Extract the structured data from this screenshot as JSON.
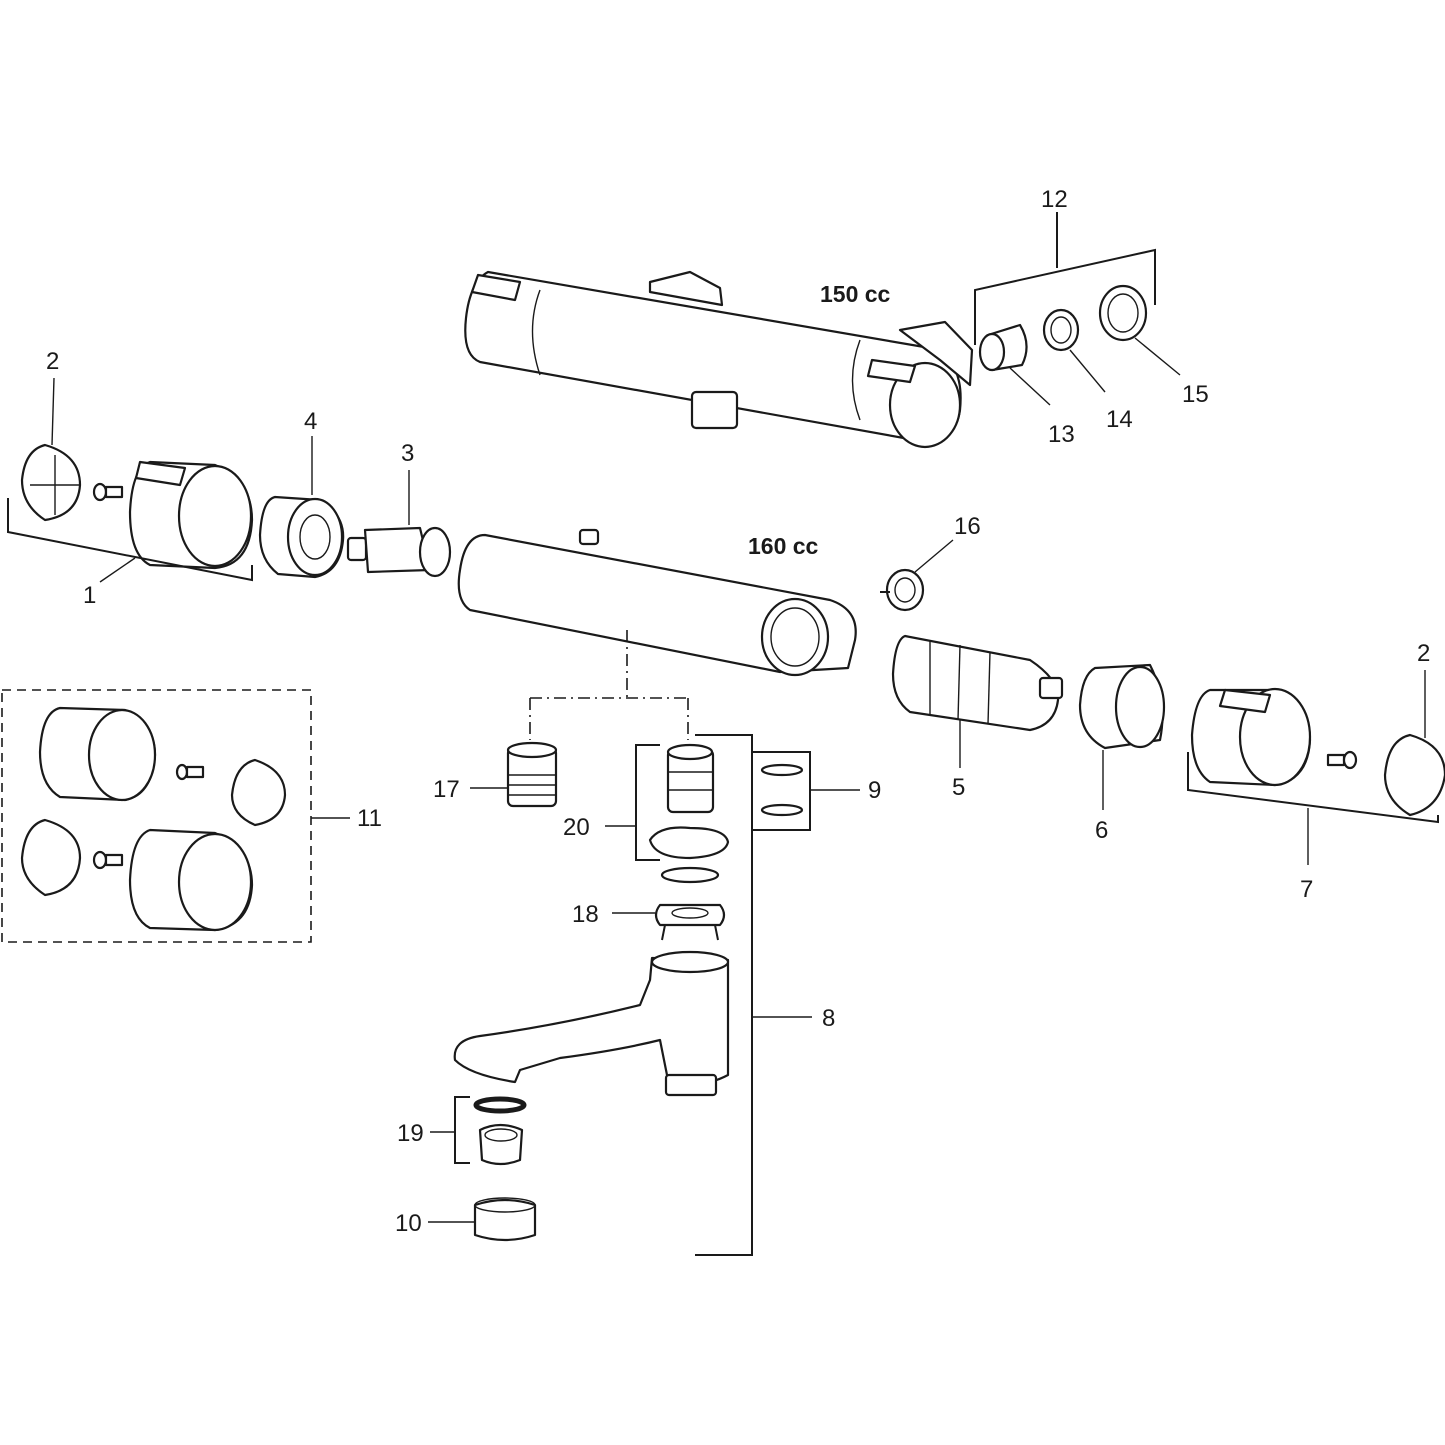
{
  "volumes": {
    "upper": "150 cc",
    "lower": "160 cc"
  },
  "callouts": {
    "c1": "1",
    "c2a": "2",
    "c2b": "2",
    "c3": "3",
    "c4": "4",
    "c5": "5",
    "c6": "6",
    "c7": "7",
    "c8": "8",
    "c9": "9",
    "c10": "10",
    "c11": "11",
    "c12": "12",
    "c13": "13",
    "c14": "14",
    "c15": "15",
    "c16": "16",
    "c17": "17",
    "c18": "18",
    "c19": "19",
    "c20": "20"
  }
}
